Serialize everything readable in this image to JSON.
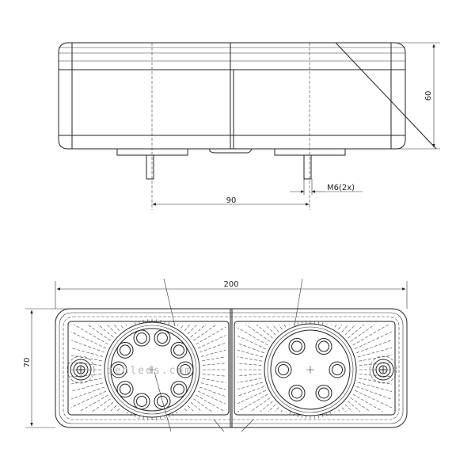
{
  "drawing": {
    "side_view": {
      "height_dim": "60",
      "stud_spacing_dim": "90",
      "thread_label": "M6(2x)"
    },
    "front_view": {
      "width_dim": "200",
      "height_dim": "70",
      "left_lamp_led_count": 10,
      "right_lamp_led_count": 6
    },
    "watermark": "eenleds.com"
  }
}
